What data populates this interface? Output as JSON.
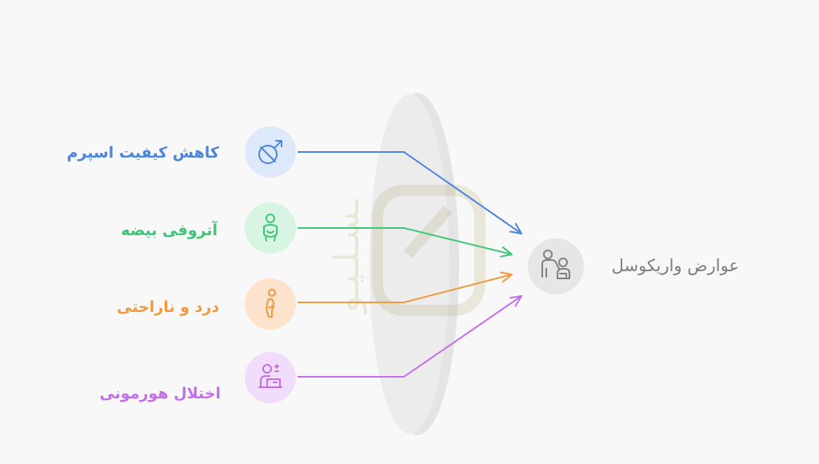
{
  "target": {
    "label": "عوارض واریکوسل",
    "icon": "doctor-patient-icon",
    "color": "#808080",
    "bg": "#e6e6e6"
  },
  "sources": [
    {
      "label": "کاهش کیفیت اسپرم",
      "icon": "sperm-symbol-icon",
      "color": "#4b86dd",
      "bg": "#dde9fb"
    },
    {
      "label": "آتروفی بیضه",
      "icon": "figure-icon",
      "color": "#3cc678",
      "bg": "#d8f5e3"
    },
    {
      "label": "درد و ناراحتی",
      "icon": "pain-figure-icon",
      "color": "#ef9a3e",
      "bg": "#fde3cb"
    },
    {
      "label": "اختلال هورمونی",
      "icon": "person-at-desk-icon",
      "color": "#c46fe8",
      "bg": "#f2dcfb"
    }
  ]
}
